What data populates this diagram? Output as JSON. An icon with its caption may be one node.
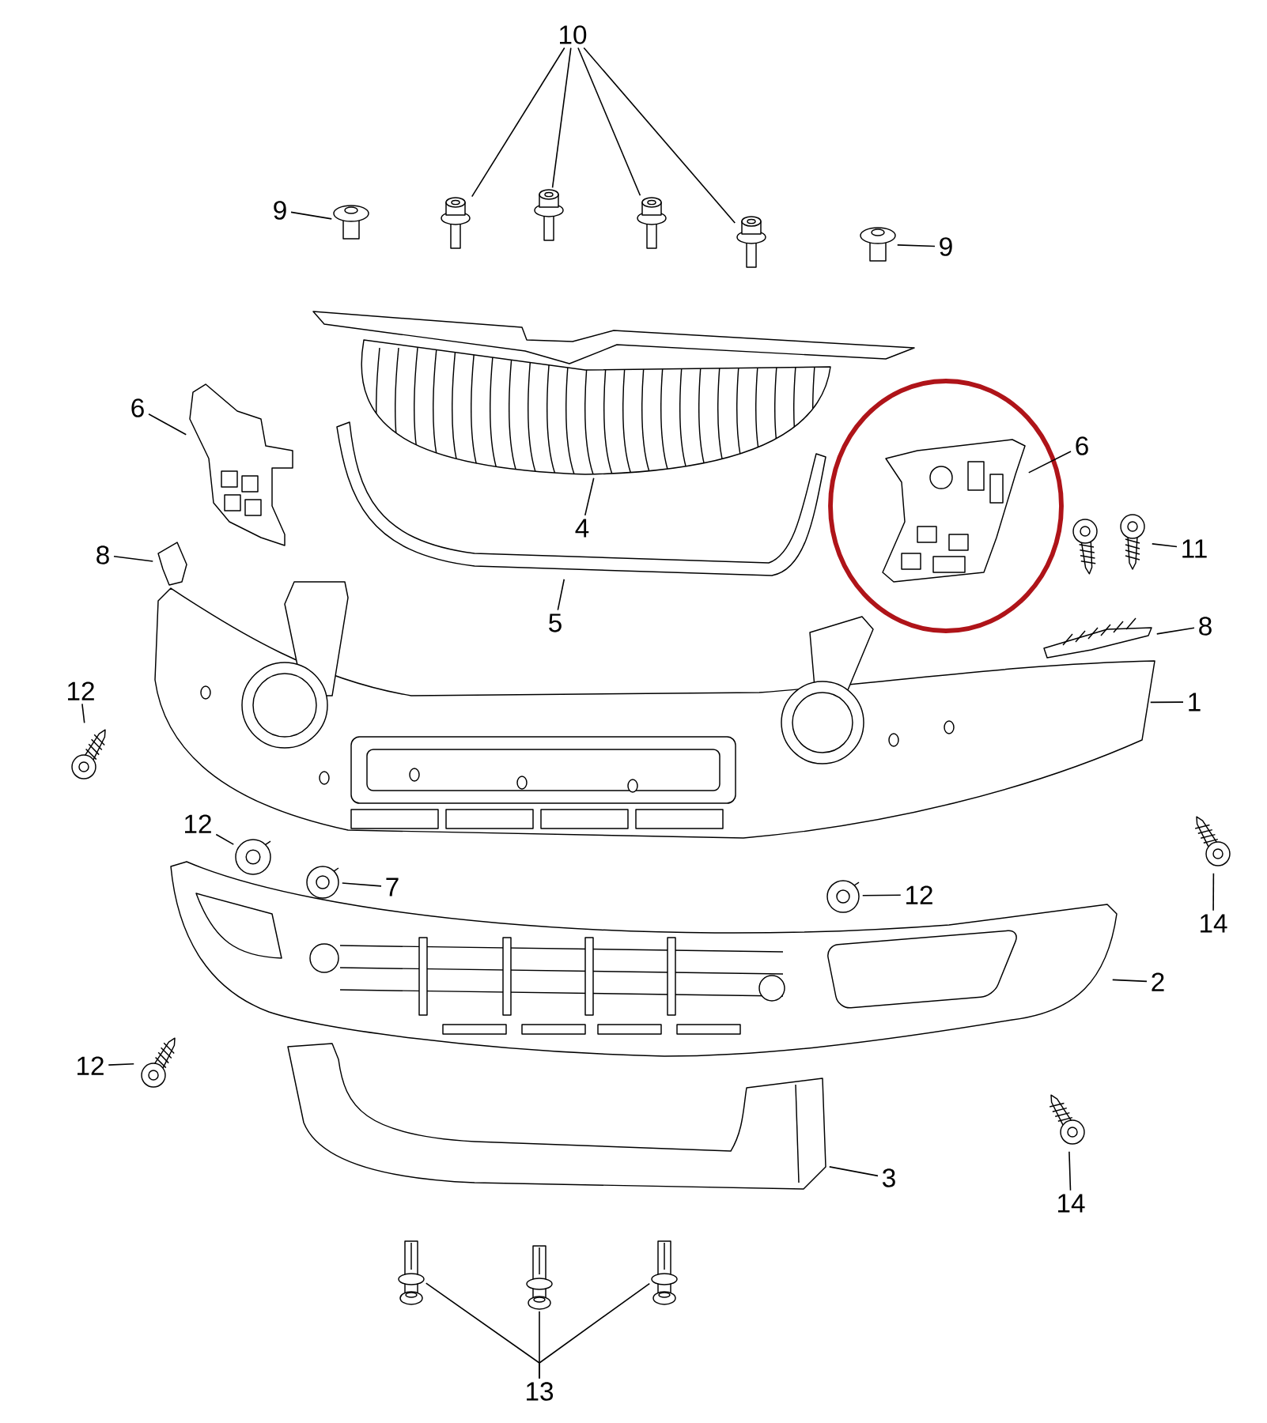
{
  "diagram": {
    "nodes": [
      {
        "text": [
          "10"
        ]
      },
      {
        "text": [],
        "shape": "picture"
      },
      {
        "text": [],
        "shape": "picture"
      },
      {
        "text": [],
        "shape": "picture"
      },
      {
        "text": [],
        "shape": "picture"
      },
      {
        "text": [
          "9"
        ]
      },
      {
        "text": [],
        "shape": "picture"
      },
      {
        "text": [],
        "shape": "picture"
      },
      {
        "text": [
          "9"
        ]
      },
      {
        "text": [],
        "shape": "picture"
      },
      {
        "text": [
          "6"
        ]
      },
      {
        "text": [],
        "shape": "picture"
      },
      {
        "text": [],
        "shape": "picture"
      },
      {
        "text": [
          "4"
        ]
      },
      {
        "text": [
          "5"
        ]
      },
      {
        "text": [],
        "shape": "picture"
      },
      {
        "text": [
          "6"
        ]
      },
      {
        "text": [],
        "shape": "picture"
      },
      {
        "text": [],
        "shape": "picture"
      },
      {
        "text": [
          "11"
        ]
      },
      {
        "text": [],
        "shape": "picture"
      },
      {
        "text": [
          "8"
        ]
      },
      {
        "text": [],
        "shape": "picture"
      },
      {
        "text": [
          "8"
        ]
      },
      {
        "text": [],
        "shape": "picture"
      },
      {
        "text": [
          "1"
        ]
      },
      {
        "text": [
          "12"
        ]
      },
      {
        "text": [],
        "shape": "picture"
      },
      {
        "text": [
          "12"
        ]
      },
      {
        "text": [],
        "shape": "picture"
      },
      {
        "text": [],
        "shape": "picture"
      },
      {
        "text": [
          "7"
        ]
      },
      {
        "text": [],
        "shape": "picture"
      },
      {
        "text": [
          "12"
        ]
      },
      {
        "text": [],
        "shape": "picture"
      },
      {
        "text": [
          "14"
        ]
      },
      {
        "text": [],
        "shape": "picture"
      },
      {
        "text": [
          "2"
        ]
      },
      {
        "text": [
          "12"
        ]
      },
      {
        "text": [],
        "shape": "picture"
      },
      {
        "text": [],
        "shape": "picture"
      },
      {
        "text": [
          "3"
        ]
      },
      {
        "text": [],
        "shape": "picture"
      },
      {
        "text": [
          "14"
        ]
      },
      {
        "text": [],
        "shape": "picture"
      },
      {
        "text": [],
        "shape": "picture"
      },
      {
        "text": [],
        "shape": "picture"
      },
      {
        "text": [
          "13"
        ]
      }
    ],
    "edges": [
      {
        "from": 0,
        "to": 1,
        "arrow": "none"
      },
      {
        "from": 0,
        "to": 2,
        "arrow": "none"
      },
      {
        "from": 0,
        "to": 3,
        "arrow": "none"
      },
      {
        "from": 0,
        "to": 4,
        "arrow": "none"
      },
      {
        "from": 5,
        "to": 6,
        "arrow": "none"
      },
      {
        "from": 8,
        "to": 7,
        "arrow": "none"
      },
      {
        "from": 10,
        "to": 11,
        "arrow": "none"
      },
      {
        "from": 13,
        "to": 9,
        "arrow": "none"
      },
      {
        "from": 14,
        "to": 12,
        "arrow": "none"
      },
      {
        "from": 16,
        "to": 15,
        "arrow": "none"
      },
      {
        "from": 19,
        "to": 18,
        "arrow": "none"
      },
      {
        "from": 21,
        "to": 20,
        "arrow": "none"
      },
      {
        "from": 23,
        "to": 22,
        "arrow": "none"
      },
      {
        "from": 25,
        "to": 24,
        "arrow": "none"
      },
      {
        "from": 26,
        "to": 27,
        "arrow": "none"
      },
      {
        "from": 28,
        "to": 29,
        "arrow": "none"
      },
      {
        "from": 31,
        "to": 30,
        "arrow": "none"
      },
      {
        "from": 33,
        "to": 32,
        "arrow": "none"
      },
      {
        "from": 35,
        "to": 34,
        "arrow": "none"
      },
      {
        "from": 37,
        "to": 36,
        "arrow": "none"
      },
      {
        "from": 38,
        "to": 39,
        "arrow": "none"
      },
      {
        "from": 41,
        "to": 40,
        "arrow": "none"
      },
      {
        "from": 43,
        "to": 42,
        "arrow": "none"
      },
      {
        "from": 47,
        "to": 44,
        "arrow": "none"
      },
      {
        "from": 47,
        "to": 45,
        "arrow": "none"
      },
      {
        "from": 47,
        "to": 46,
        "arrow": "none"
      }
    ]
  }
}
